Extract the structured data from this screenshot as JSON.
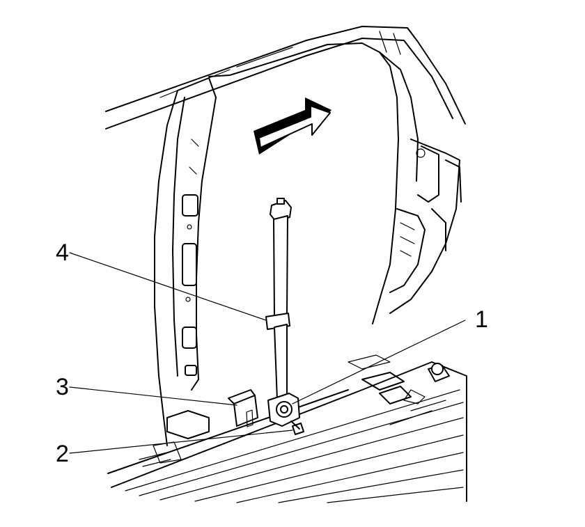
{
  "diagram": {
    "callouts": [
      {
        "id": "1",
        "label": "1"
      },
      {
        "id": "2",
        "label": "2"
      },
      {
        "id": "3",
        "label": "3"
      },
      {
        "id": "4",
        "label": "4"
      }
    ],
    "direction_arrow_icon": "forward-arrow-icon"
  }
}
